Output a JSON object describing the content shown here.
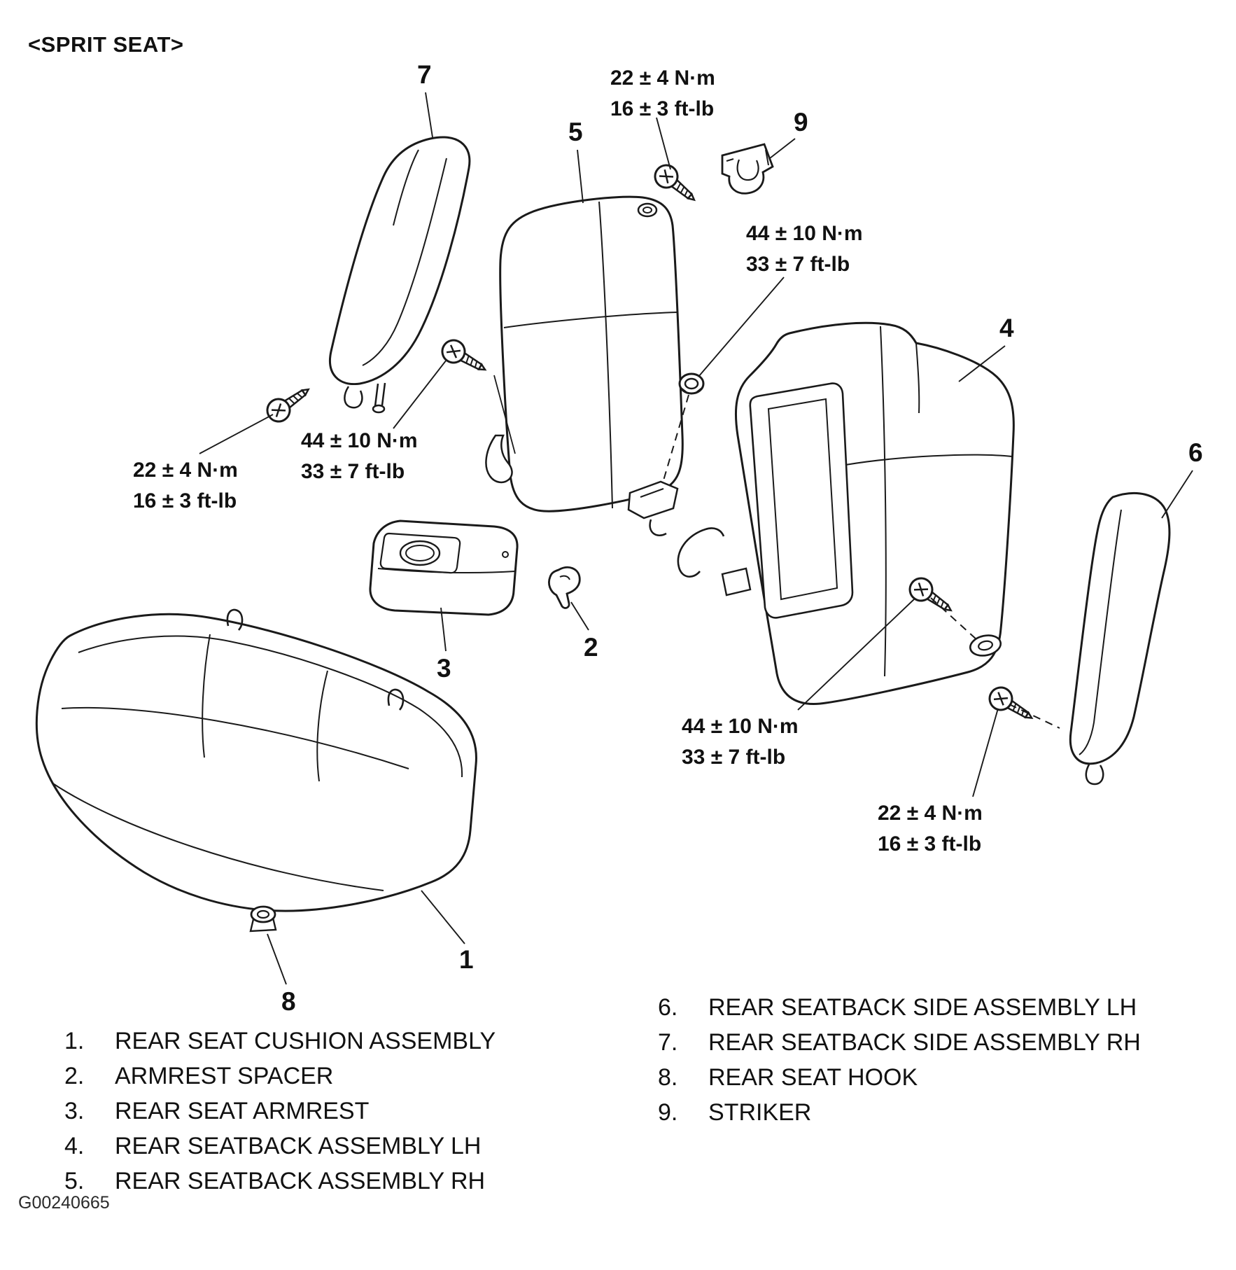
{
  "title": "<SPRIT SEAT>",
  "figure_id": "G00240665",
  "callouts": {
    "1": "1",
    "2": "2",
    "3": "3",
    "4": "4",
    "5": "5",
    "6": "6",
    "7": "7",
    "8": "8",
    "9": "9"
  },
  "torque": {
    "nm22": "22 ± 4 N·m",
    "ftlb22": "16 ± 3 ft-lb",
    "nm44": "44 ± 10 N·m",
    "ftlb44": "33 ± 7 ft-lb"
  },
  "legend": {
    "left": [
      {
        "num": "1.",
        "label": "REAR SEAT CUSHION ASSEMBLY"
      },
      {
        "num": "2.",
        "label": "ARMREST SPACER"
      },
      {
        "num": "3.",
        "label": "REAR SEAT ARMREST"
      },
      {
        "num": "4.",
        "label": "REAR SEATBACK ASSEMBLY LH"
      },
      {
        "num": "5.",
        "label": "REAR SEATBACK ASSEMBLY RH"
      }
    ],
    "right": [
      {
        "num": "6.",
        "label": "REAR SEATBACK SIDE ASSEMBLY LH"
      },
      {
        "num": "7.",
        "label": "REAR SEATBACK SIDE ASSEMBLY RH"
      },
      {
        "num": "8.",
        "label": "REAR SEAT HOOK"
      },
      {
        "num": "9.",
        "label": "STRIKER"
      }
    ]
  }
}
